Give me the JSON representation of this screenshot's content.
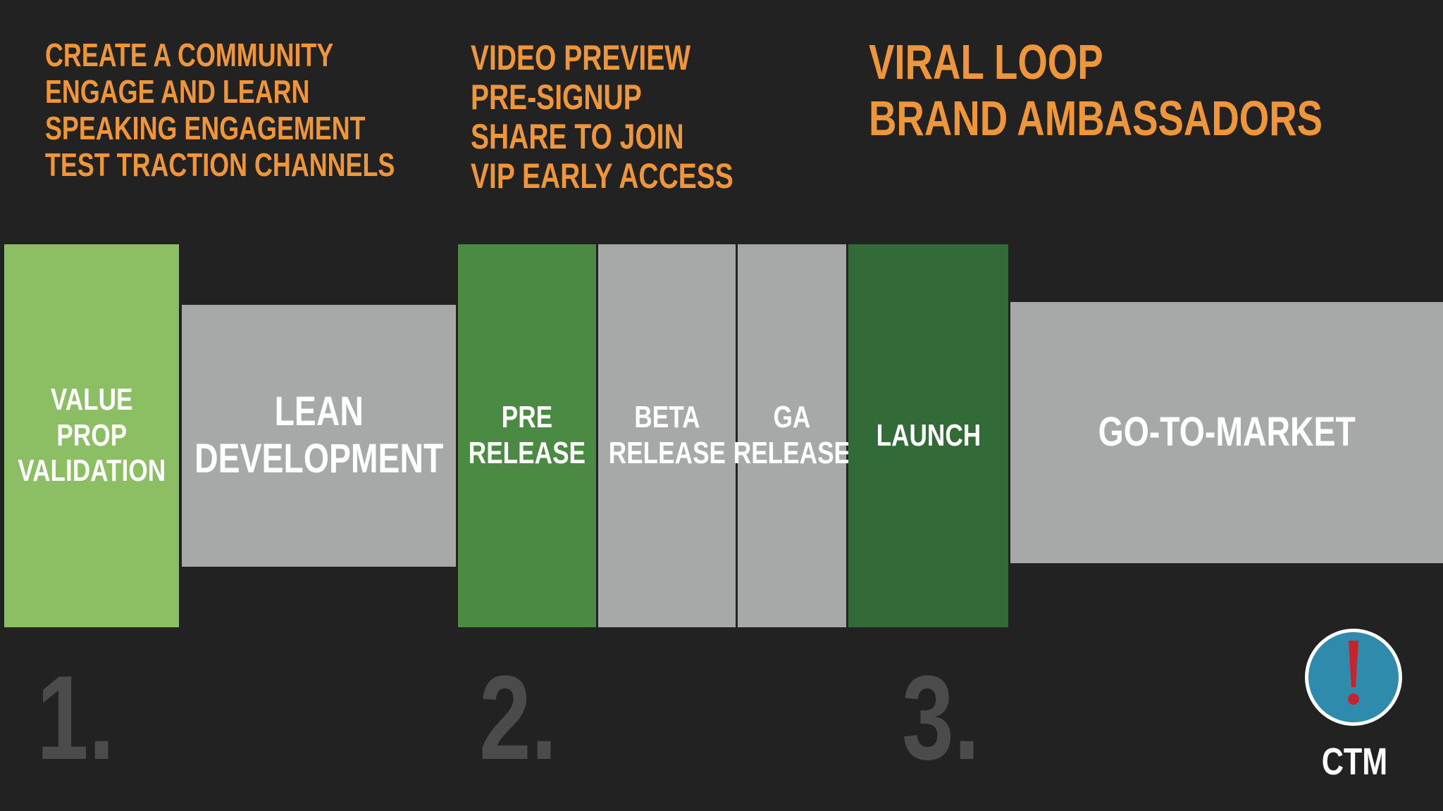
{
  "top_lists": {
    "stage1": [
      "CREATE A COMMUNITY",
      "ENGAGE AND LEARN",
      "SPEAKING ENGAGEMENT",
      "TEST TRACTION CHANNELS"
    ],
    "stage2": [
      "VIDEO PREVIEW",
      "PRE-SIGNUP",
      "SHARE TO JOIN",
      "VIP EARLY ACCESS"
    ],
    "stage3": [
      "VIRAL LOOP",
      "BRAND AMBASSADORS"
    ]
  },
  "blocks": {
    "value_prop": "VALUE PROP\nVALIDATION",
    "lean_development": "LEAN\nDEVELOPMENT",
    "pre_release": "PRE\nRELEASE",
    "beta_release": "BETA\nRELEASE",
    "ga_release": "GA\nRELEASE",
    "launch": "LAUNCH",
    "go_to_market": "GO-TO-MARKET"
  },
  "steps": [
    "1.",
    "2.",
    "3."
  ],
  "logo": {
    "text": "CTM",
    "icon": "exclamation-icon"
  },
  "colors": {
    "background": "#222222",
    "accent_orange": "#f0963a",
    "light_green": "#8cbe63",
    "mid_green": "#4a8a43",
    "dark_green": "#336b38",
    "gray": "#a7a9a9",
    "step_number": "#4b4b4b",
    "logo_blue": "#2f8bab",
    "logo_red": "#c8232c"
  }
}
